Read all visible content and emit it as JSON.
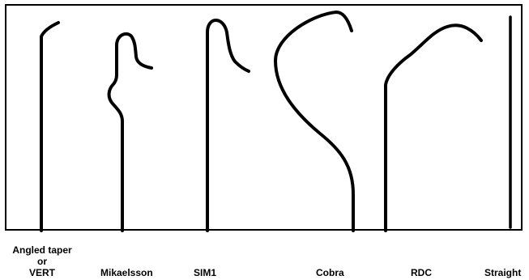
{
  "catheters": [
    {
      "id": "angled-taper",
      "lines": [
        "Angled taper",
        "or",
        "VERT"
      ]
    },
    {
      "id": "mikaelsson",
      "lines": [
        "Mikaelsson"
      ]
    },
    {
      "id": "sim1",
      "lines": [
        "SIM1"
      ]
    },
    {
      "id": "cobra",
      "lines": [
        "Cobra"
      ]
    },
    {
      "id": "rdc",
      "lines": [
        "RDC"
      ]
    },
    {
      "id": "straight",
      "lines": [
        "Straight"
      ]
    }
  ],
  "colors": {
    "stroke": "#000000",
    "background": "#ffffff"
  }
}
